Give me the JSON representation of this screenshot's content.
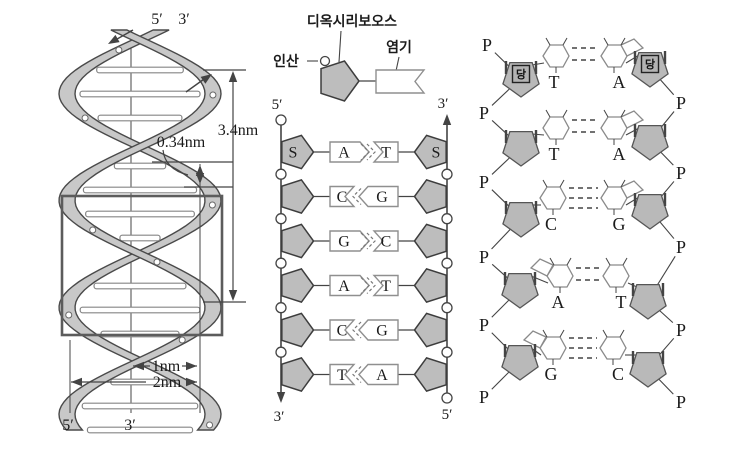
{
  "colors": {
    "ribbon": "#c8c8c8",
    "ribbon_stroke": "#4a4a4a",
    "pentagon_fill": "#bdbdbd",
    "pentagon_stroke": "#3d3d3d",
    "sugar_fill": "#b9b9b9",
    "ring_stroke": "#8a8a8a",
    "line": "#444444",
    "box_stroke": "#8f8f8f",
    "text": "#1b1b1b"
  },
  "left_panel": {
    "top_five_prime": "5′",
    "top_three_prime": "3′",
    "bottom_five_prime": "5′",
    "bottom_three_prime": "3′",
    "base_spacing": "0.34nm",
    "helix_pitch": "3.4nm",
    "inner_diameter": "1nm",
    "outer_diameter": "2nm"
  },
  "middle_panel": {
    "deoxyribose_label": "디옥시리보오스",
    "phosphate_label": "인산",
    "base_label": "염기",
    "sugar_letter_left": "S",
    "sugar_letter_right": "S",
    "top_left": "5′",
    "top_right": "3′",
    "bottom_left": "3′",
    "bottom_right": "5′",
    "pairs": [
      {
        "left": "A",
        "right": "T",
        "point": "right"
      },
      {
        "left": "C",
        "right": "G",
        "point": "left"
      },
      {
        "left": "G",
        "right": "C",
        "point": "right"
      },
      {
        "left": "A",
        "right": "T",
        "point": "right"
      },
      {
        "left": "C",
        "right": "G",
        "point": "left"
      },
      {
        "left": "T",
        "right": "A",
        "point": "left"
      }
    ]
  },
  "right_panel": {
    "sugar_label_left": "당",
    "sugar_label_right": "당",
    "left_phosphates": [
      "P",
      "P",
      "P",
      "P",
      "P",
      "P"
    ],
    "right_phosphates": [
      "P",
      "P",
      "P",
      "P",
      "P"
    ],
    "pairs": [
      {
        "left": "T",
        "right": "A",
        "purine_side": "right",
        "bonds": 2
      },
      {
        "left": "T",
        "right": "A",
        "purine_side": "right",
        "bonds": 2
      },
      {
        "left": "C",
        "right": "G",
        "purine_side": "right",
        "bonds": 3
      },
      {
        "left": "A",
        "right": "T",
        "purine_side": "left",
        "bonds": 2
      },
      {
        "left": "G",
        "right": "C",
        "purine_side": "left",
        "bonds": 3
      }
    ]
  }
}
